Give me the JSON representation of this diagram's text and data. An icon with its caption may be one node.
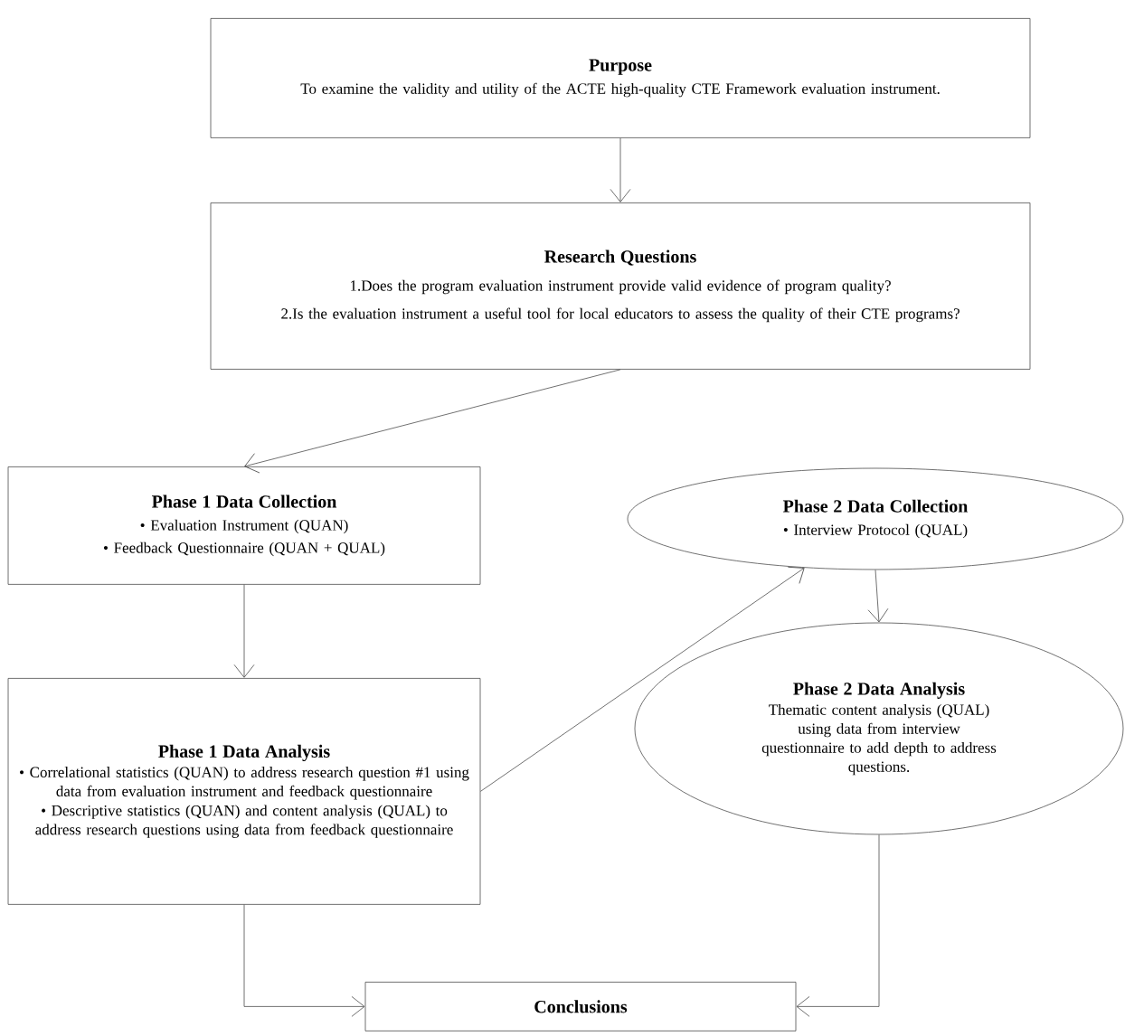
{
  "diagram": {
    "nodes": [
      {
        "text": [
          "Purpose",
          "To examine the validity and utility of the ACTE high-quality CTE Framework evaluation instrument."
        ]
      },
      {
        "text": [
          "Research Questions",
          "1.Does the program evaluation instrument provide valid evidence of program quality?",
          "2.Is the evaluation instrument a useful tool for local educators to assess the quality of their CTE programs?"
        ]
      },
      {
        "text": [
          "Phase 1 Data Collection",
          "• Evaluation Instrument (QUAN)",
          "• Feedback Questionnaire (QUAN + QUAL)"
        ]
      },
      {
        "text": [
          "Phase 1 Data Analysis",
          "• Correlational statistics (QUAN) to address research question #1 using data from evaluation instrument and feedback questionnaire",
          "• Descriptive statistics (QUAN) and content analysis (QUAL) to address research questions using data from feedback questionnaire"
        ]
      },
      {
        "text": [
          "Phase 2 Data Collection",
          "• Interview Protocol (QUAL)"
        ]
      },
      {
        "text": [
          "Phase 2 Data Analysis",
          "Thematic content analysis (QUAL) using data from interview questionnaire to add depth to address questions."
        ]
      },
      {
        "text": [
          "Conclusions"
        ]
      }
    ],
    "edges": [
      {
        "from": 0,
        "to": 1,
        "arrow": "to"
      },
      {
        "from": 1,
        "to": 2,
        "arrow": "to"
      },
      {
        "from": 2,
        "to": 3,
        "arrow": "to"
      },
      {
        "from": 3,
        "to": 4,
        "arrow": "to"
      },
      {
        "from": 4,
        "to": 5,
        "arrow": "to"
      },
      {
        "from": 3,
        "to": 6,
        "arrow": "to"
      },
      {
        "from": 5,
        "to": 6,
        "arrow": "to"
      }
    ]
  }
}
